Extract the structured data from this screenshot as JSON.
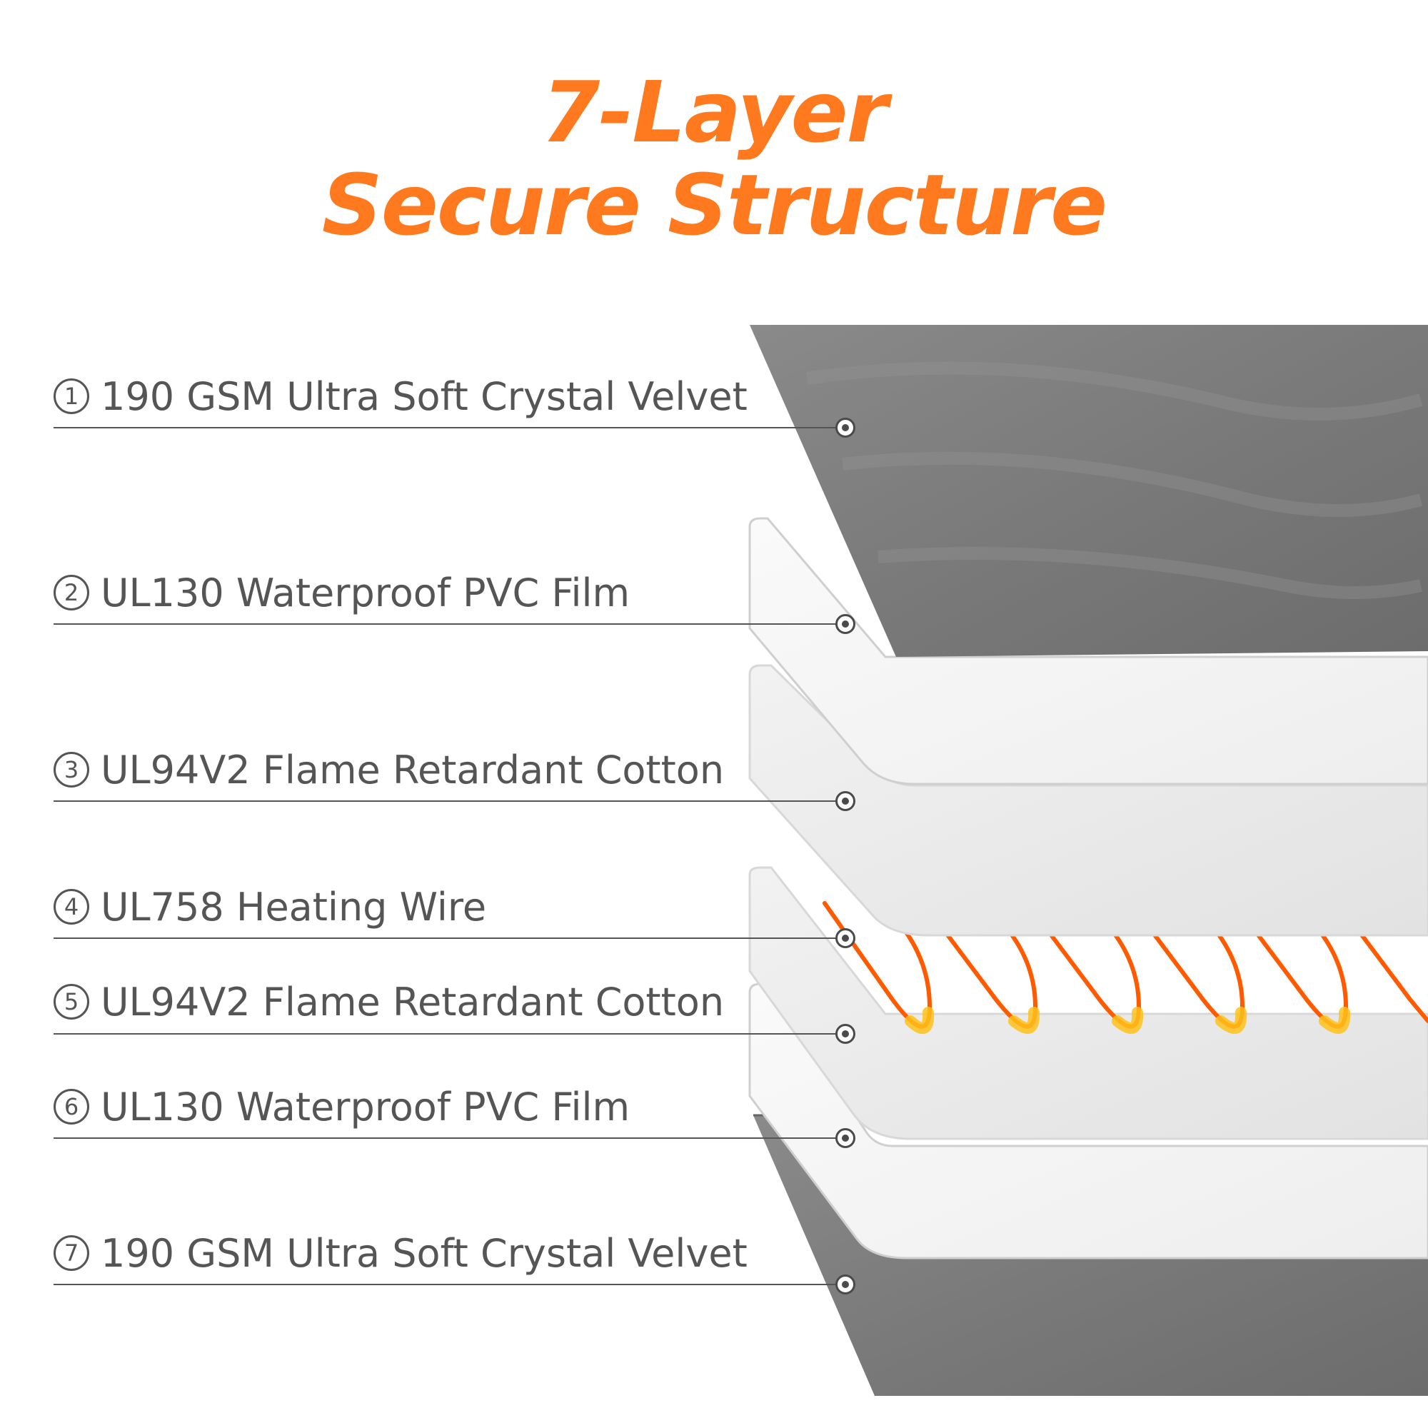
{
  "title": {
    "line1": "7-Layer",
    "line2": "Secure Structure"
  },
  "colors": {
    "title": "#ff7a1f",
    "text": "#555555",
    "velvet": "#7e7e7e",
    "film": "#f3f3f3",
    "cotton": "#e9e9e9",
    "wire": "#ff6a10"
  },
  "layers": [
    {
      "number": "1",
      "label": "190 GSM Ultra Soft Crystal Velvet"
    },
    {
      "number": "2",
      "label": "UL130 Waterproof PVC Film"
    },
    {
      "number": "3",
      "label": "UL94V2 Flame Retardant Cotton"
    },
    {
      "number": "4",
      "label": "UL758 Heating Wire"
    },
    {
      "number": "5",
      "label": "UL94V2 Flame Retardant Cotton"
    },
    {
      "number": "6",
      "label": "UL130 Waterproof PVC Film"
    },
    {
      "number": "7",
      "label": "190 GSM Ultra Soft Crystal Velvet"
    }
  ]
}
